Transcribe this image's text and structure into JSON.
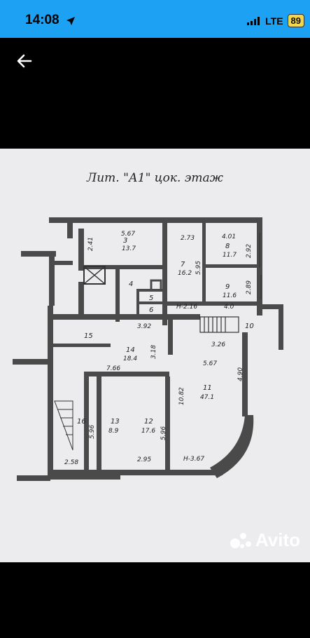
{
  "status_bar": {
    "time": "14:08",
    "network": "LTE",
    "battery": "89",
    "accent_color": "#1da1f2",
    "location_icon": "location-arrow-icon",
    "signal_icon": "signal-bars-icon"
  },
  "nav": {
    "back_icon": "back-arrow-icon"
  },
  "plan": {
    "title": "Лит. \"А1\" цок. этаж",
    "labels": {
      "r3_len": "5.67",
      "r3_num": "3",
      "r3_area": "13.7",
      "r3_side": "2.41",
      "r7_top": "2.73",
      "r7_num": "7",
      "r7_area": "16.2",
      "r7_side": "5.95",
      "r8_top": "4.01",
      "r8_num": "8",
      "r8_area": "11.7",
      "r8_side": "2.92",
      "r9_num": "9",
      "r9_area": "11.6",
      "r9_side": "2.89",
      "r9_bot": "4.0",
      "r4": "4",
      "r5": "5",
      "r6": "6",
      "h216": "H-2.16",
      "r15": "15",
      "d392": "3.92",
      "r10": "10",
      "d326": "3.26",
      "r14_num": "14",
      "r14_area": "18.4",
      "d318": "3.18",
      "d766": "7.66",
      "d567": "5.67",
      "d490": "4.90",
      "r11_num": "11",
      "r11_area": "47.1",
      "d1082": "10.82",
      "r16": "16",
      "d596a": "5.96",
      "r13_num": "13",
      "r13_area": "8.9",
      "r12_num": "12",
      "r12_area": "17.6",
      "d596b": "5.96",
      "d258": "2.58",
      "d295": "2.95",
      "h367": "H-3.67"
    }
  },
  "watermark": {
    "text": "Avito"
  }
}
